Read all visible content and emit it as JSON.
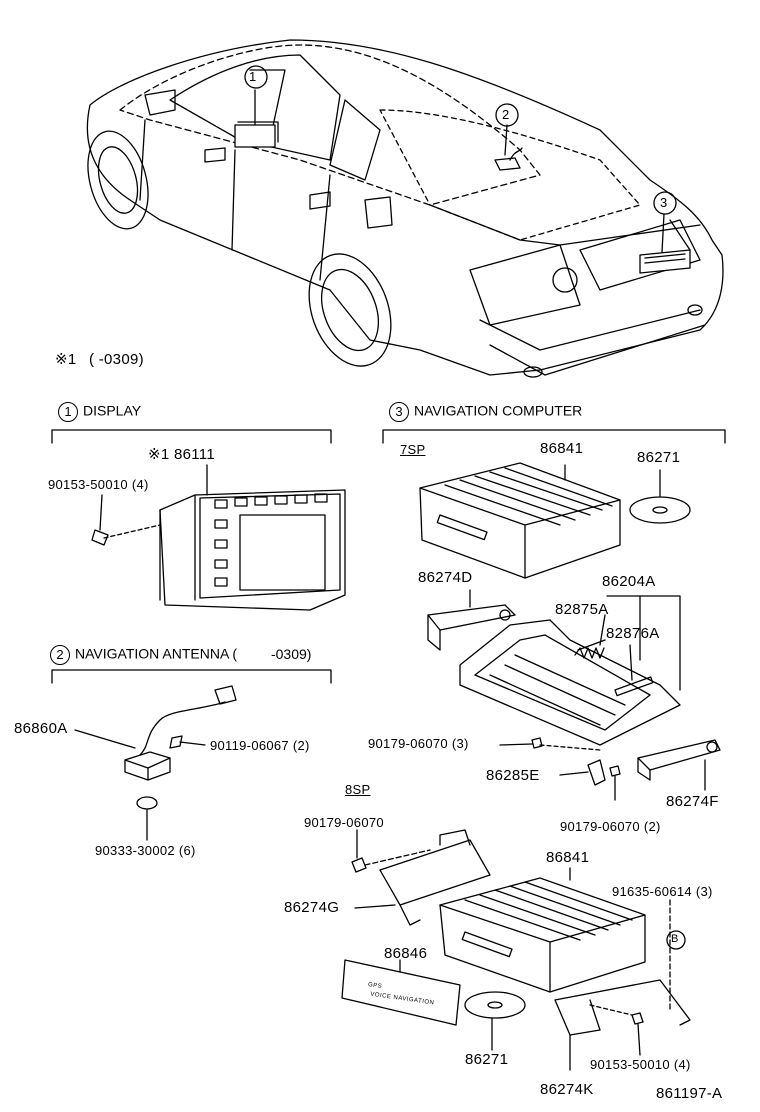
{
  "note": {
    "mark": "※1",
    "range": "( -0309)"
  },
  "callouts": [
    "1",
    "2",
    "3",
    "B"
  ],
  "sections": {
    "display": {
      "num": "1",
      "title": "DISPLAY"
    },
    "antenna": {
      "num": "2",
      "title": "NAVIGATION ANTENNA (",
      "range": "-0309)"
    },
    "computer": {
      "num": "3",
      "title": "NAVIGATION COMPUTER"
    }
  },
  "variants": {
    "sp7": "7SP",
    "sp8": "8SP"
  },
  "decal_lines": [
    "GPS",
    "VOICE NAVIGATION"
  ],
  "parts": {
    "display_unit": "※1  86111",
    "display_bolt": "90153-50010 (4)",
    "antenna": "86860A",
    "antenna_screw": "90119-06067 (2)",
    "antenna_pad": "90333-30002 (6)",
    "computer_7sp": "86841",
    "disc_7sp": "86271",
    "bracket_d": "86274D",
    "bracket_set": "86204A",
    "spring_a": "82875A",
    "spring_b": "82876A",
    "nut_7sp": "90179-06070 (3)",
    "bracket_e": "86285E",
    "bracket_f": "86274F",
    "nut_7sp_2": "90179-06070 (2)",
    "nut_8sp": "90179-06070",
    "bracket_g": "86274G",
    "decal": "86846",
    "computer_8sp": "86841",
    "bolt_8sp": "91635-60614 (3)",
    "disc_8sp": "86271",
    "bolt_8sp_2": "90153-50010 (4)",
    "bracket_k": "86274K"
  },
  "drawing_number": "861197-A"
}
